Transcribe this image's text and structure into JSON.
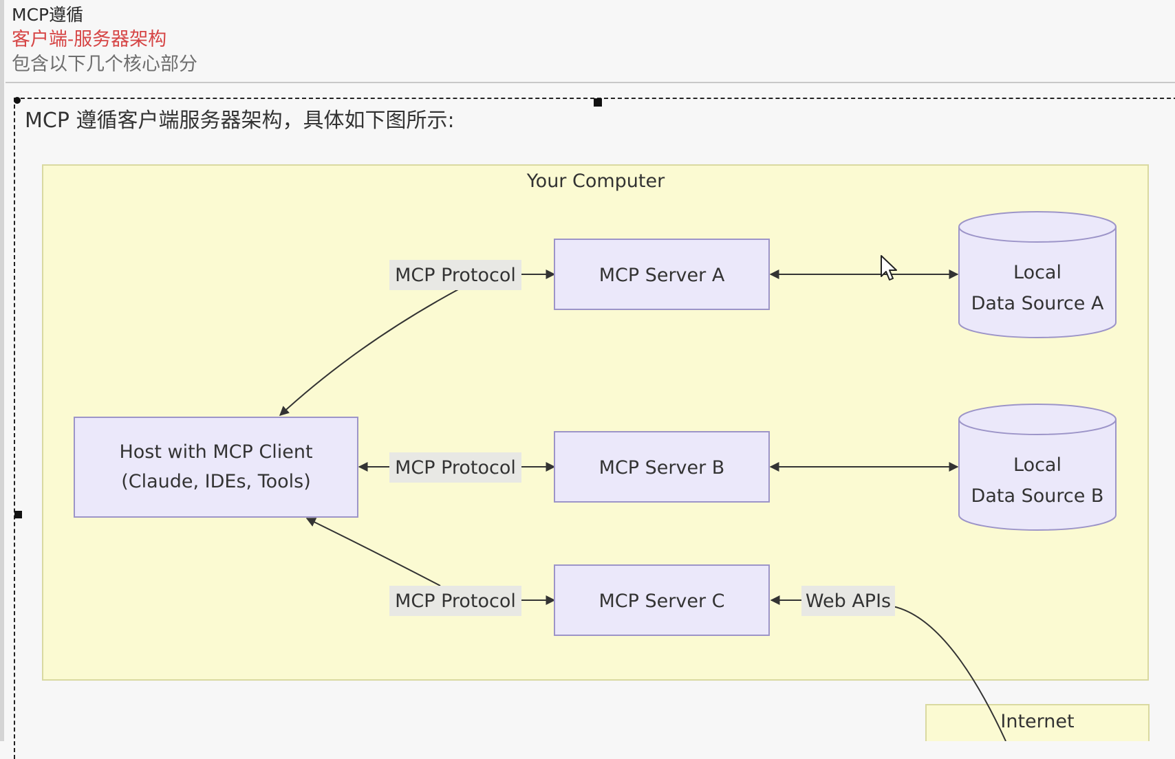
{
  "notes": {
    "line1": "MCP遵循",
    "line2": "客户端-服务器架构",
    "line3": "包含以下几个核心部分"
  },
  "caption": "MCP 遵循客户端服务器架构，具体如下图所示:",
  "diagram": {
    "group_label": "Your Computer",
    "host_line1": "Host with MCP Client",
    "host_line2": "(Claude, IDEs, Tools)",
    "server_a": "MCP Server A",
    "server_b": "MCP Server B",
    "server_c": "MCP Server C",
    "protocol_label_a": "MCP Protocol",
    "protocol_label_b": "MCP Protocol",
    "protocol_label_c": "MCP Protocol",
    "source_a_line1": "Local",
    "source_a_line2": "Data Source A",
    "source_b_line1": "Local",
    "source_b_line2": "Data Source B",
    "web_apis": "Web APIs",
    "internet": "Internet"
  },
  "colors": {
    "group_fill": "#fbfad2",
    "group_stroke": "#d9d9a0",
    "node_fill": "#ebe8fa",
    "node_stroke": "#9c94c8",
    "label_bg": "#e8e8e4",
    "note_red": "#d64545"
  },
  "icons": {
    "cursor": "mouse-pointer-icon"
  }
}
